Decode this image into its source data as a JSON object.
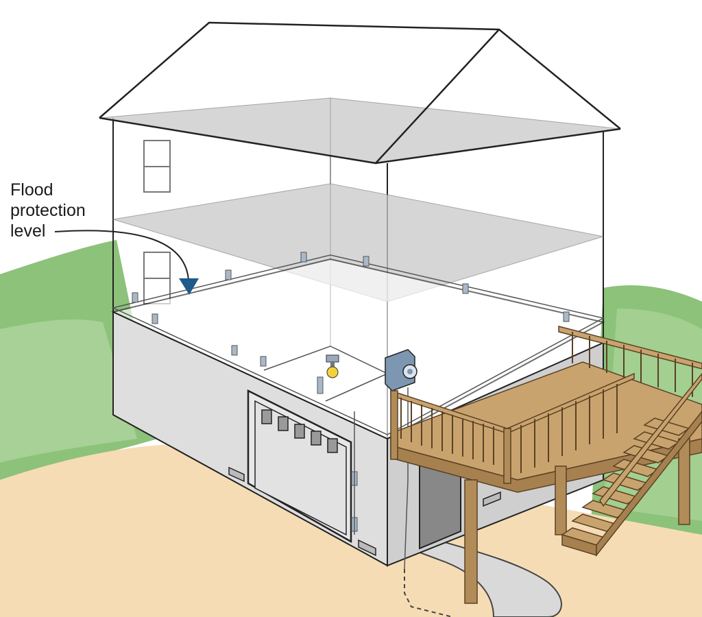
{
  "callout": {
    "lines": [
      "Flood",
      "protection",
      "level"
    ]
  },
  "colors": {
    "hill_green": "#8cc27a",
    "hill_green_light": "#b9dba8",
    "ground_sand": "#f6dcb5",
    "driveway": "#d9d9d9",
    "wall_gray": "#dedede",
    "floor_plane": "#c9c9c9",
    "outline": "#222222",
    "wood": "#c9a36e",
    "wood_dark": "#8b6a3e",
    "arrow_blue": "#1e5a8c",
    "meter_blue": "#7d97b3",
    "bulb_yellow": "#f3d13a"
  },
  "icons": [
    "electric-meter-icon",
    "light-bulb-icon",
    "flood-level-arrow-icon"
  ]
}
